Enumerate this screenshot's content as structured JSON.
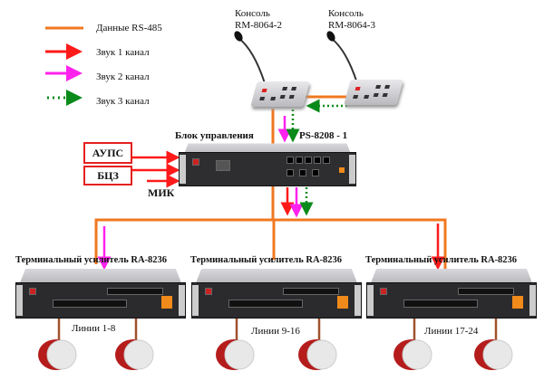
{
  "legend": [
    {
      "label": "Данные RS-485",
      "color": "#f07820",
      "style": "line"
    },
    {
      "label": "Звук 1 канал",
      "color": "#ff1a1a",
      "style": "arrow"
    },
    {
      "label": "Звук 2 канал",
      "color": "#ff22ee",
      "style": "arrow"
    },
    {
      "label": "Звук 3 канал",
      "color": "#0a8a1a",
      "style": "dotted-arrow"
    }
  ],
  "consoles": [
    {
      "title": "Консоль",
      "model": "RM-8064-2"
    },
    {
      "title": "Консоль",
      "model": "RM-8064-3"
    }
  ],
  "control_unit": {
    "label": "Блок управления",
    "model": "PS-8208 - 1"
  },
  "inputs": [
    "АУПС",
    "БЦЗ",
    "МИК"
  ],
  "amplifiers": [
    {
      "label": "Терминальный усилитель RA-8236",
      "lines": "Линии 1-8"
    },
    {
      "label": "Терминальный усилитель RA-8236",
      "lines": "Линии 9-16"
    },
    {
      "label": "Терминальный усилитель RA-8236",
      "lines": "Линии 17-24"
    }
  ]
}
